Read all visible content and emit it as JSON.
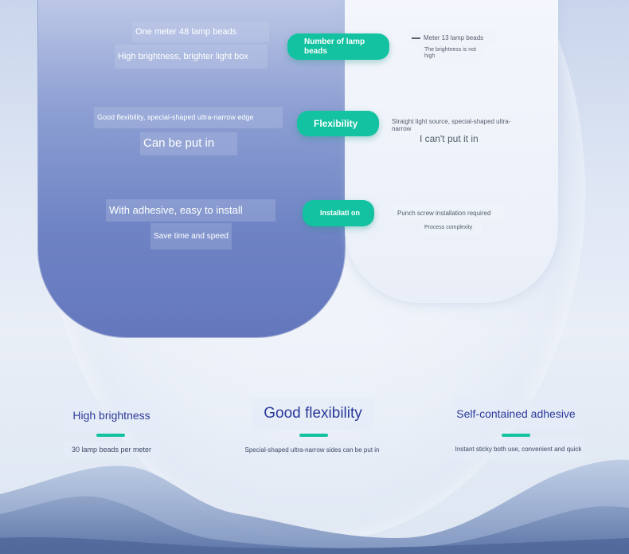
{
  "left_panel": {
    "row1": {
      "primary": "One meter 48 lamp beads",
      "secondary": "High brightness, brighter light box"
    },
    "row2": {
      "primary": "Good flexibility, special-shaped ultra-narrow edge",
      "secondary": "Can be put in"
    },
    "row3": {
      "primary": "With adhesive, easy to install",
      "secondary": "Save time and speed"
    }
  },
  "center_pills": [
    {
      "label": "Number of lamp beads"
    },
    {
      "label": "Flexibility"
    },
    {
      "label": "Installati on"
    }
  ],
  "right_panel": {
    "row1": {
      "primary": "Meter 13 lamp beads",
      "secondary": "The brightness is not high"
    },
    "row2": {
      "primary": "Straight light source, special-shaped ultra-narrow",
      "secondary": "I can't put it in"
    },
    "row3": {
      "primary": "Punch screw installation required",
      "secondary": "Process complexity"
    }
  },
  "features": [
    {
      "title": "High brightness",
      "subtitle": "30 lamp beads per meter"
    },
    {
      "title": "Good flexibility",
      "subtitle": "Special-shaped ultra-narrow sides can be put in"
    },
    {
      "title": "Self-contained adhesive",
      "subtitle": "Instant sticky both use, convenient and quick"
    }
  ],
  "colors": {
    "accent": "#13c2a0",
    "left_panel": "#6e83c4",
    "feature_title": "#2b3a9a"
  }
}
